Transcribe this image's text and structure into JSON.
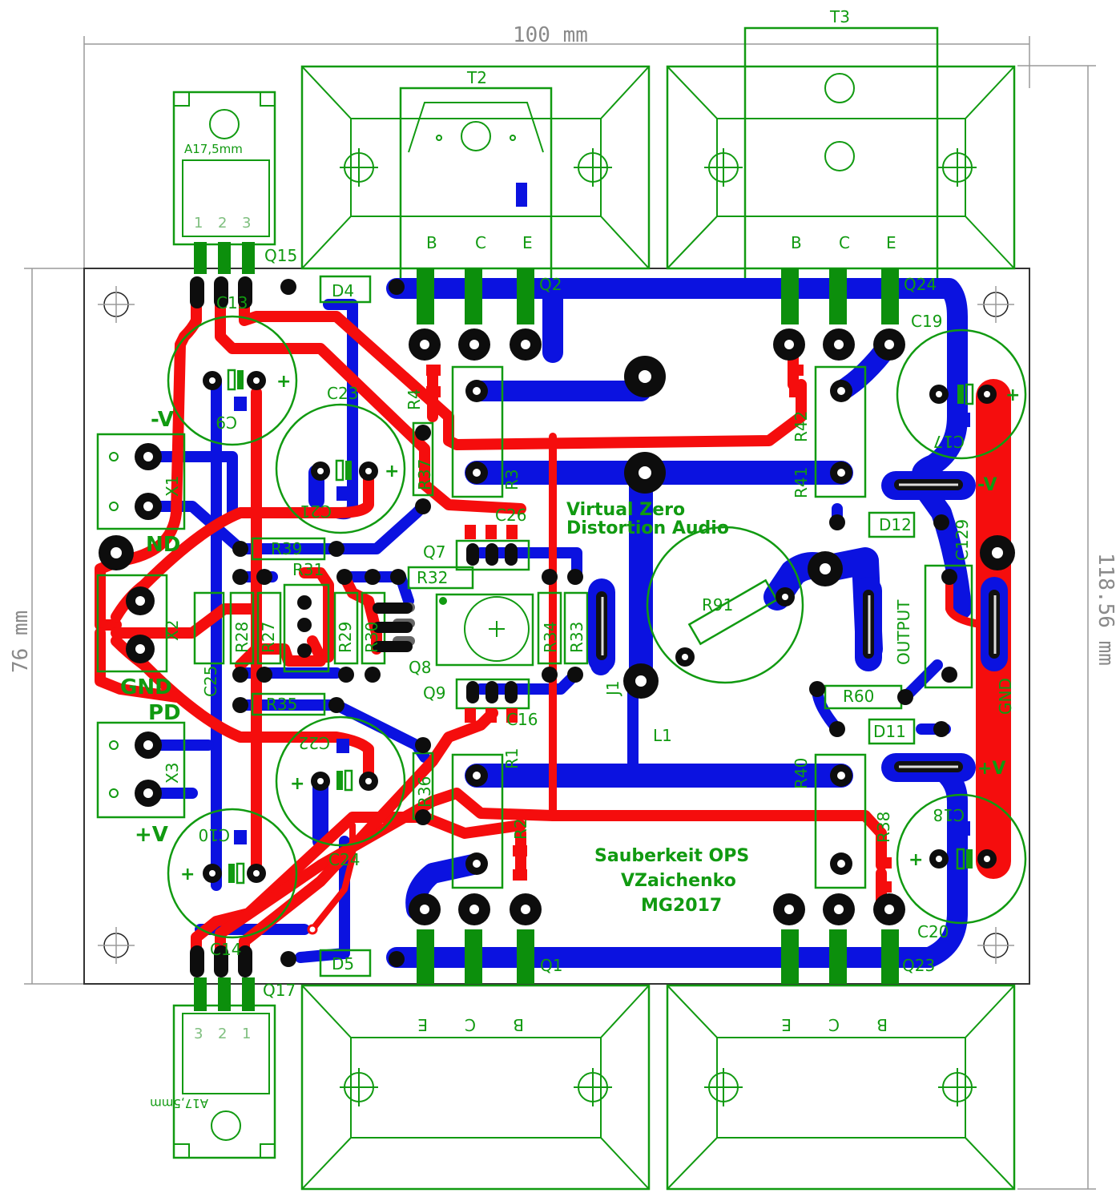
{
  "dimensions": {
    "width_label": "100 mm",
    "height_label": "76 mm",
    "right_label": "118.56 mm"
  },
  "board_text": {
    "line1": "Virtual Zero",
    "line2": "Distortion Audio",
    "line3": "Sauberkeit OPS",
    "line4": "VZaichenko",
    "line5": "MG2017"
  },
  "transistors": {
    "t2": "T2",
    "t3": "T3",
    "q2": "Q2",
    "q24": "Q24",
    "q1": "Q1",
    "q23": "Q23",
    "q15": "Q15",
    "q17": "Q17",
    "q7": "Q7",
    "q8": "Q8",
    "q9": "Q9",
    "heatsink_label": "A17,5mm",
    "pins_bce": [
      "B",
      "C",
      "E"
    ],
    "pins_ecb": [
      "E",
      "C",
      "B"
    ],
    "pins_123": [
      "1",
      "2",
      "3"
    ],
    "pins_321": [
      "3",
      "2",
      "1"
    ]
  },
  "resistors": {
    "r39": "R39",
    "r35": "R35",
    "r31": "R31",
    "r32": "R32",
    "r28": "R28",
    "r27": "R27",
    "r29": "R29",
    "r30": "R30",
    "r34": "R34",
    "r33": "R33",
    "r91": "R91",
    "r60": "R60",
    "r36": "R36",
    "r37": "R37",
    "r4": "R4",
    "r3": "R3",
    "r42": "R42",
    "r41": "R41",
    "r40": "R40",
    "r38": "R38",
    "r1": "R1",
    "r2": "R2"
  },
  "capacitors": {
    "c13": "C13",
    "c23": "C23",
    "c19": "C19",
    "c17": "C17",
    "c9": "C9",
    "c21": "C21",
    "c26": "C26",
    "c129": "C129",
    "c25": "C25",
    "c16": "C16",
    "c22": "C22",
    "c24": "C24",
    "c10": "C10",
    "c14": "C14",
    "c18": "C18",
    "c20": "C20"
  },
  "diodes": {
    "d4": "D4",
    "d5": "D5",
    "d11": "D11",
    "d12": "D12"
  },
  "connectors": {
    "x1": "X1",
    "x2": "X2",
    "x3": "X3",
    "j1": "J1",
    "l1": "L1",
    "output": "OUTPUT",
    "gnd_right": "GND"
  },
  "power_labels": {
    "neg_v": "-V",
    "nd": "ND",
    "gnd": "GND",
    "pd": "PD",
    "pos_v": "+V",
    "neg_v_right": "-V",
    "pos_v_right": "+V",
    "plus": "+"
  },
  "colors": {
    "top_copper": "#f50d0d",
    "bottom_copper": "#0b12e0",
    "silkscreen": "#119a11",
    "pad": "#0d0d0d"
  }
}
